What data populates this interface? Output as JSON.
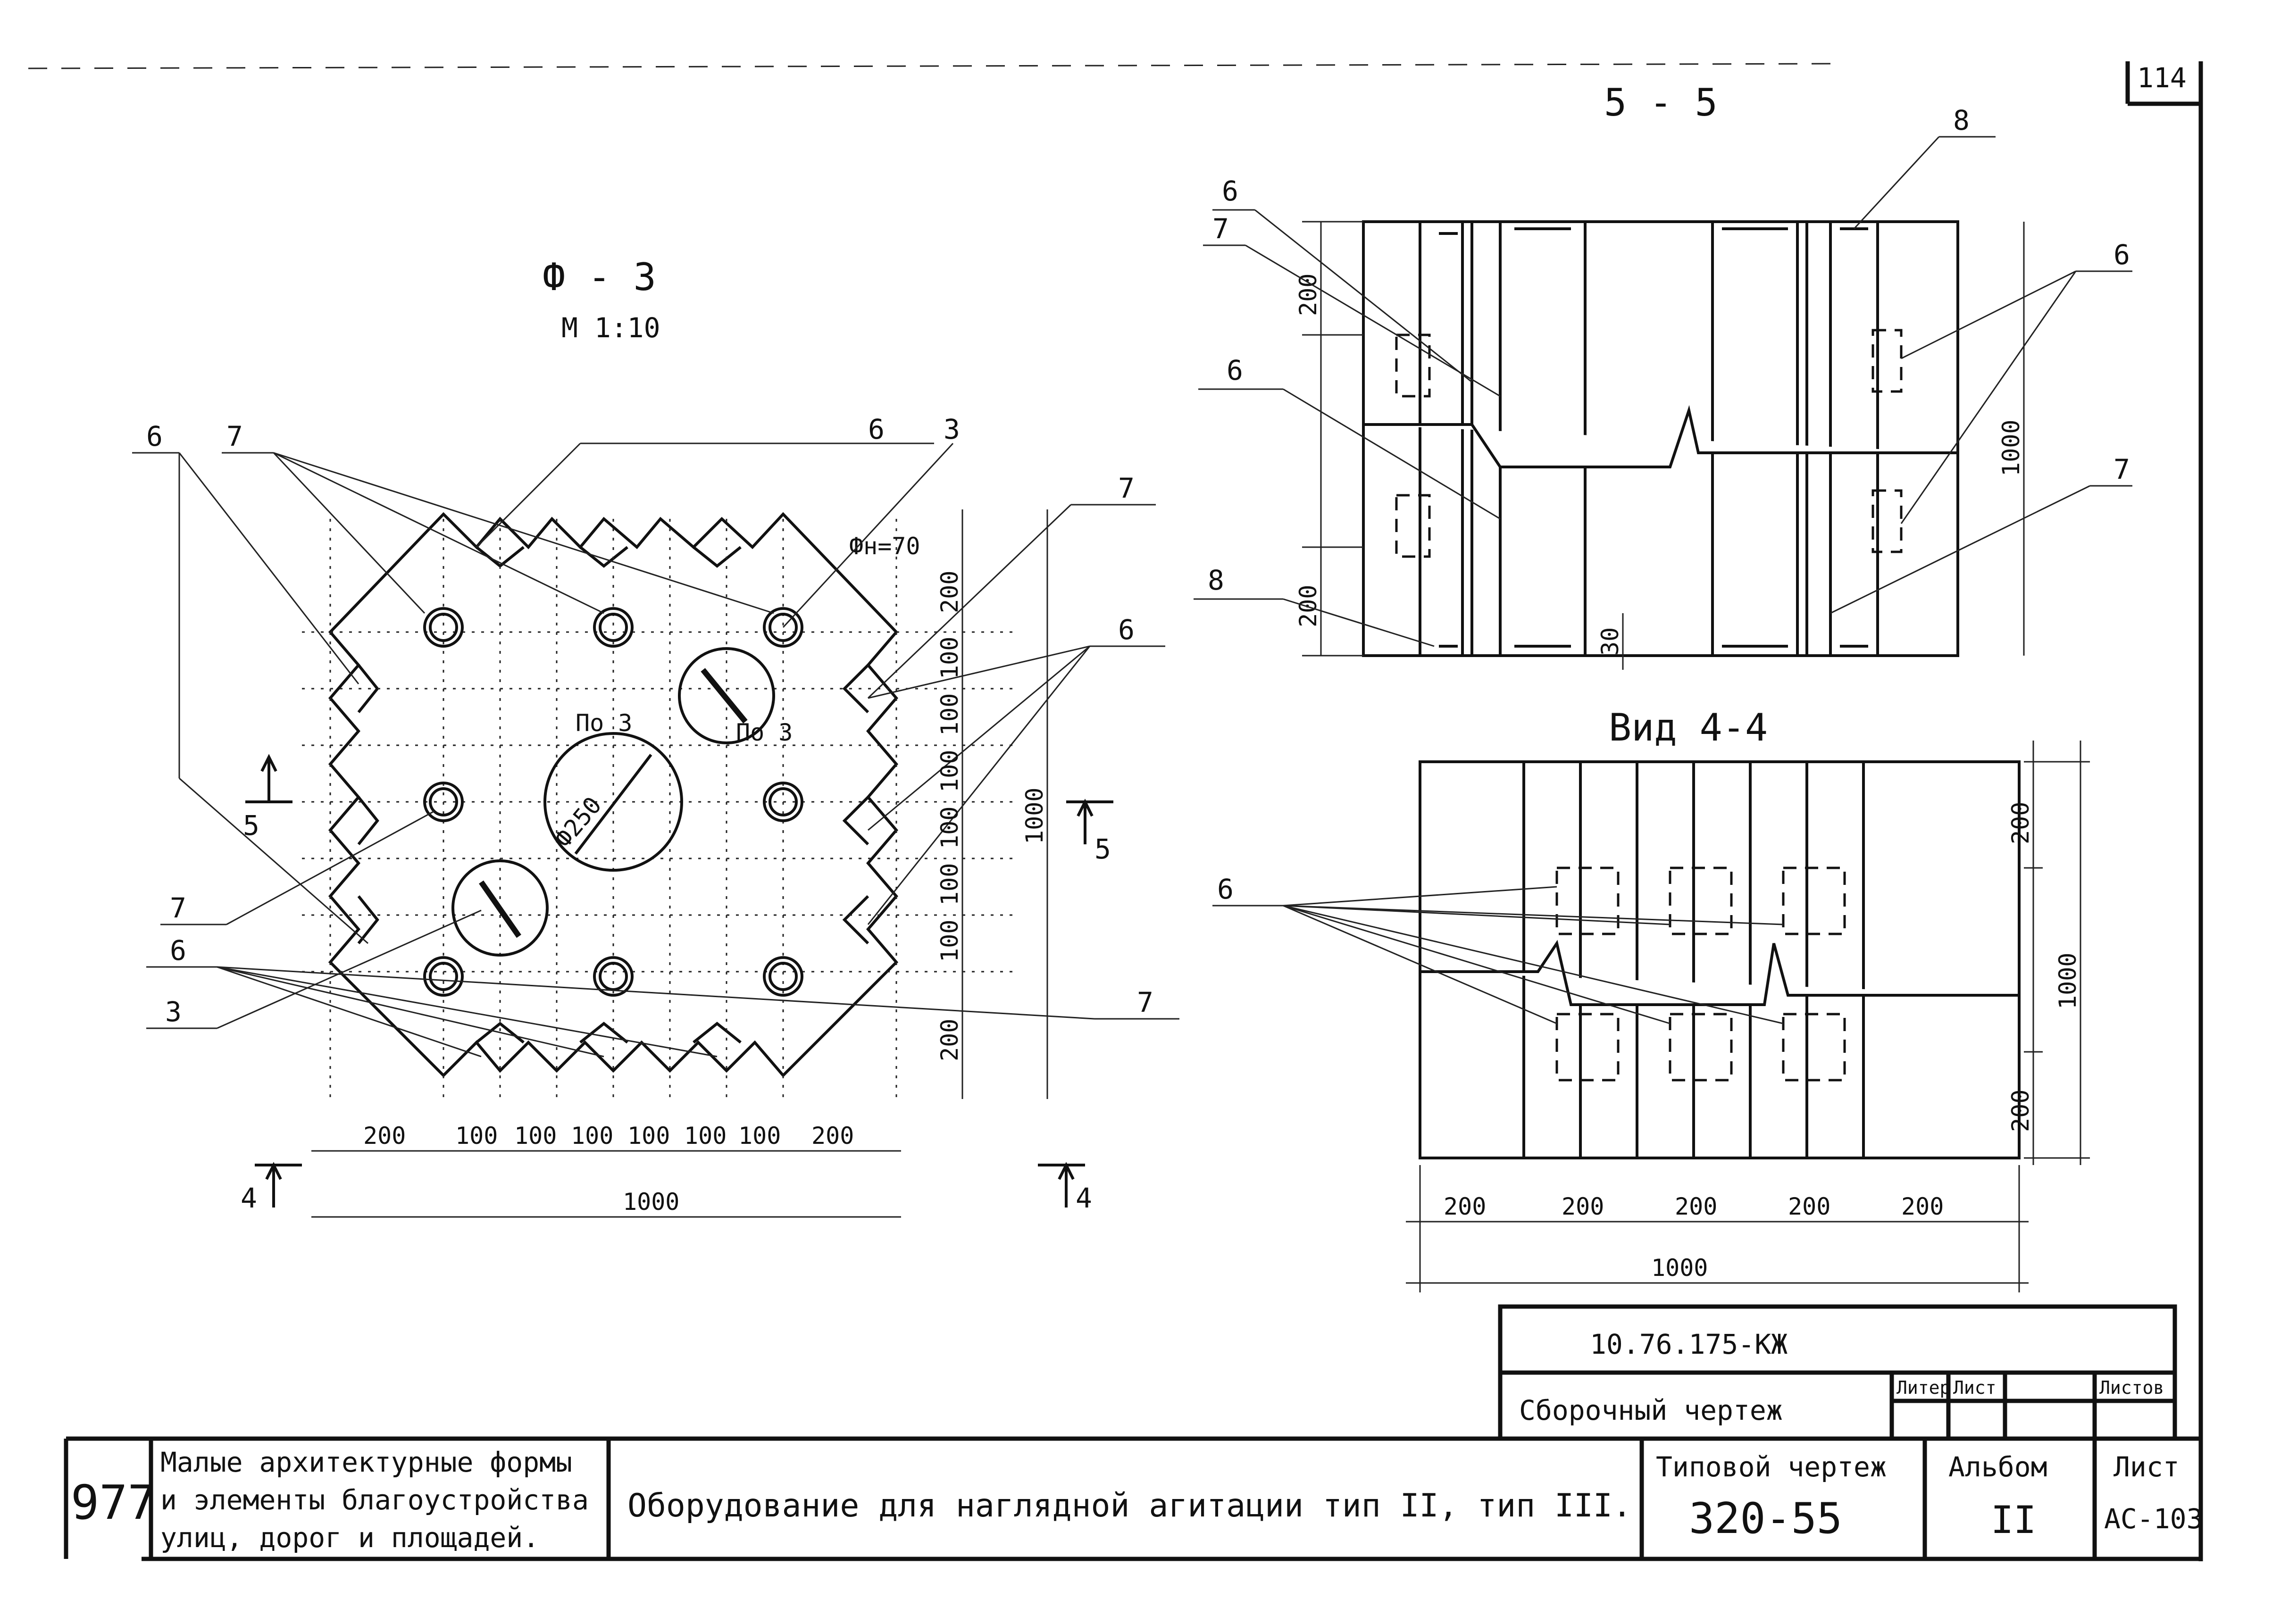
{
  "sheet_corner_number": "114",
  "plan": {
    "title": "Ф - 3",
    "scale": "М 1:10",
    "hole_small": "Фн=70",
    "hole_big": "Ф250",
    "section_ref": "По 3",
    "callouts": {
      "c6": "6",
      "c7": "7",
      "c3": "3",
      "c5": "5",
      "c4": "4"
    },
    "dims_right": [
      "200",
      "100",
      "100",
      "100",
      "100",
      "100",
      "100",
      "200"
    ],
    "dim_total_right": "1000",
    "dims_bottom": [
      "200",
      "100",
      "100",
      "100",
      "100",
      "100",
      "100",
      "200"
    ],
    "dim_total_bottom": "1000"
  },
  "section55": {
    "title": "5 - 5",
    "callouts": {
      "c6": "6",
      "c7": "7",
      "c8": "8"
    },
    "dims": [
      "200",
      "200",
      "1000",
      "30"
    ]
  },
  "view44": {
    "title": "Вид 4-4",
    "callout6": "6",
    "dims_bottom": [
      "200",
      "200",
      "200",
      "200",
      "200"
    ],
    "dim_total": "1000",
    "dims_right": [
      "200",
      "1000",
      "200"
    ]
  },
  "stamp": {
    "code": "10.76.175-КЖ",
    "drawing_name": "Сборочный чертеж",
    "col_litera": "Литер",
    "col_list": "Лист",
    "col_listov": "Листов"
  },
  "footer": {
    "number": "977",
    "category_lines": [
      "Малые архитектурные формы",
      "и элементы благоустройства",
      "улиц, дорог и площадей."
    ],
    "title": "Оборудование для наглядной агитации тип II, тип III.",
    "typical_label": "Типовой чертеж",
    "typical_value": "320-55",
    "album_label": "Альбом",
    "album_value": "II",
    "sheet_label": "Лист",
    "sheet_value": "АС-103"
  }
}
